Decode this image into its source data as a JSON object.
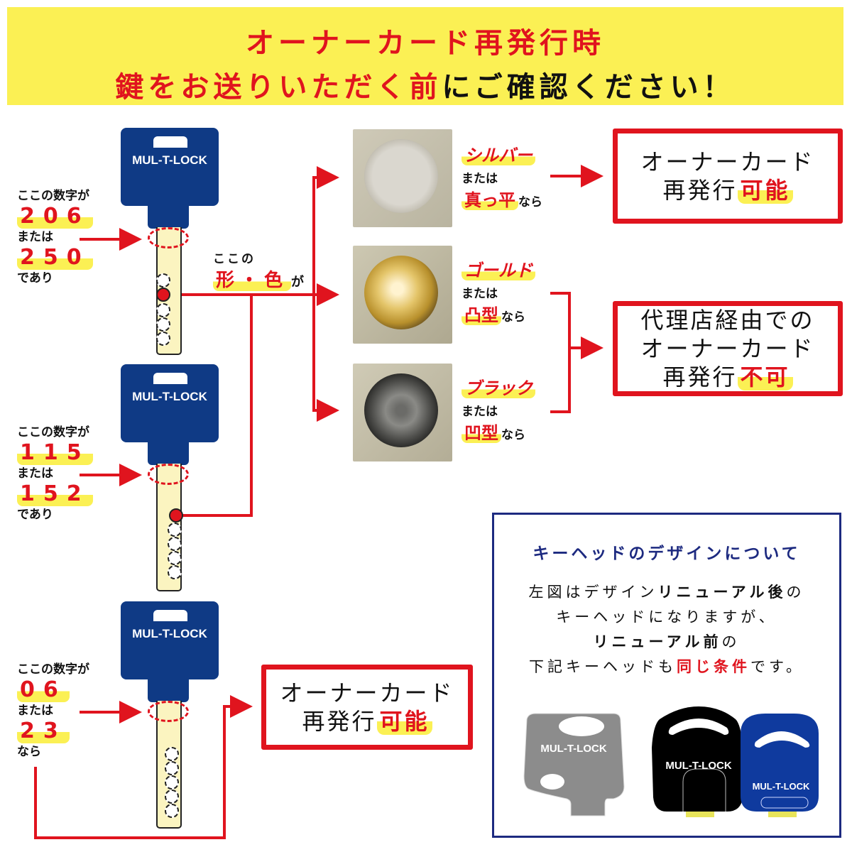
{
  "banner": {
    "line1": "オーナーカード再発行時",
    "line2_red": "鍵をお送りいただく前",
    "line2_black": "にご確認ください！"
  },
  "keys": [
    {
      "brand": "MUL-T-LOCK",
      "label_top": "ここの数字が",
      "number_a": "206",
      "or": "または",
      "number_b": "250",
      "label_bottom": "であり"
    },
    {
      "brand": "MUL-T-LOCK",
      "label_top": "ここの数字が",
      "number_a": "115",
      "or": "または",
      "number_b": "152",
      "label_bottom": "であり"
    },
    {
      "brand": "MUL-T-LOCK",
      "label_top": "ここの数字が",
      "number_a": "06",
      "or": "または",
      "number_b": "23",
      "label_bottom": "なら"
    }
  ],
  "pin_note": {
    "line1": "ここの",
    "emph": "形・色",
    "suffix": "が"
  },
  "options": [
    {
      "color": "シルバー",
      "or": "または",
      "shape": "真っ平",
      "suffix": "なら",
      "photo": "silver-flat-pin"
    },
    {
      "color": "ゴールド",
      "or": "または",
      "shape": "凸型",
      "suffix": "なら",
      "photo": "gold-convex-pin"
    },
    {
      "color": "ブラック",
      "or": "または",
      "shape": "凹型",
      "suffix": "なら",
      "photo": "black-concave-pin"
    }
  ],
  "results": {
    "silver": {
      "line1": "オーナーカード",
      "line2_plain": "再発行",
      "line2_emph": "可能"
    },
    "gold_black": {
      "line1": "代理店経由での",
      "line2": "オーナーカード",
      "line3_plain": "再発行",
      "line3_emph": "不可"
    },
    "key3": {
      "line1": "オーナーカード",
      "line2_plain": "再発行",
      "line2_emph": "可能"
    }
  },
  "info": {
    "title": "キーヘッドのデザインについて",
    "p1_a": "左図はデザイン",
    "p1_b": "リニューアル後",
    "p1_c": "の",
    "p2": "キーヘッドになりますが、",
    "p3_a": "リニューアル前",
    "p3_b": "の",
    "p4_a": "下記キーヘッドも",
    "p4_b": "同じ条件",
    "p4_c": "です。",
    "legacy_heads": [
      {
        "brand": "MUL-T-LOCK",
        "color": "#8c8c8c"
      },
      {
        "brand": "MUL-T-LOCK",
        "color": "#000000"
      },
      {
        "brand": "MUL-T-LOCK",
        "color": "#0f3a9e"
      }
    ]
  },
  "colors": {
    "accent_red": "#e0141e",
    "highlight_yellow": "#fbf054",
    "key_blue": "#0f3a85",
    "info_border": "#1d2a80"
  }
}
